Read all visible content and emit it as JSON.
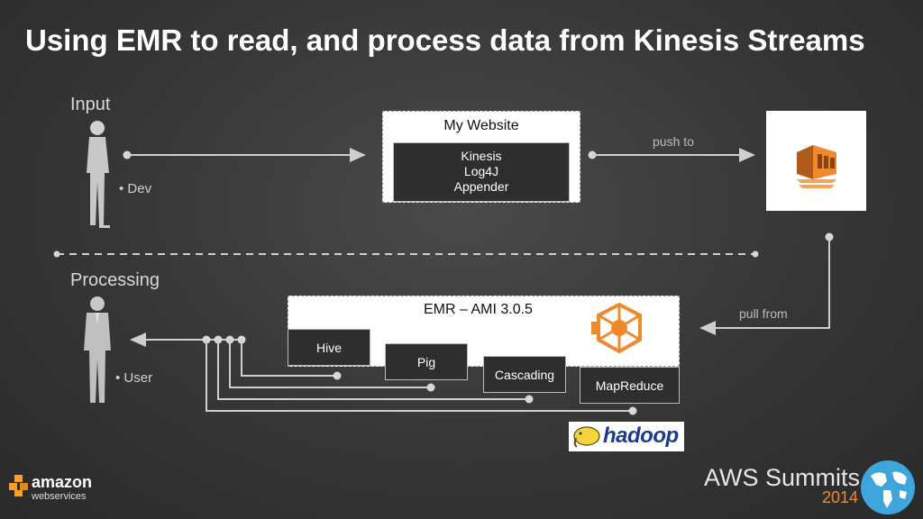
{
  "title": "Using EMR to read, and process data from Kinesis  Streams",
  "sections": {
    "input": "Input",
    "processing": "Processing"
  },
  "actors": {
    "dev": "• Dev",
    "user": "• User"
  },
  "website": {
    "title": "My Website",
    "appender_lines": [
      "Kinesis",
      "Log4J",
      "Appender"
    ]
  },
  "edges": {
    "push": "push to",
    "pull": "pull from"
  },
  "emr": {
    "title": "EMR – AMI 3.0.5",
    "tools": [
      "Hive",
      "Pig",
      "Cascading",
      "MapReduce"
    ]
  },
  "hadoop": "hadoop",
  "footer": {
    "amazon": "amazon",
    "webservices": "webservices",
    "summits": "AWS Summits",
    "year": "2014"
  },
  "colors": {
    "orange": "#f0882c",
    "line": "#cfcfcf"
  }
}
